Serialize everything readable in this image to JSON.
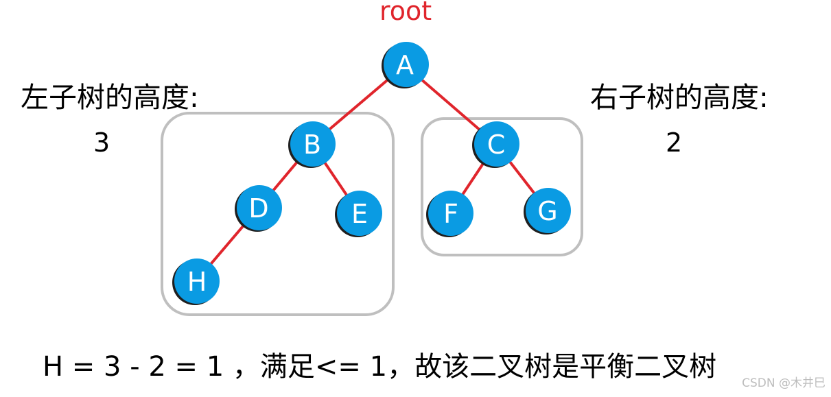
{
  "root_label": "root",
  "left_subtree": {
    "label": "左子树的高度:",
    "height": "3"
  },
  "right_subtree": {
    "label": "右子树的高度:",
    "height": "2"
  },
  "conclusion": "H = 3 - 2 = 1 ，满足<= 1，故该二叉树是平衡二叉树",
  "watermark": "CSDN @木井巳",
  "tree": {
    "nodes": [
      "A",
      "B",
      "C",
      "D",
      "E",
      "F",
      "G",
      "H"
    ],
    "edges": [
      [
        "A",
        "B"
      ],
      [
        "A",
        "C"
      ],
      [
        "B",
        "D"
      ],
      [
        "B",
        "E"
      ],
      [
        "C",
        "F"
      ],
      [
        "C",
        "G"
      ],
      [
        "D",
        "H"
      ]
    ]
  },
  "colors": {
    "node_fill": "#0a9be3",
    "edge": "#e0252c",
    "root_text": "#e0252c",
    "subtree_box": "#bfbfbf"
  }
}
